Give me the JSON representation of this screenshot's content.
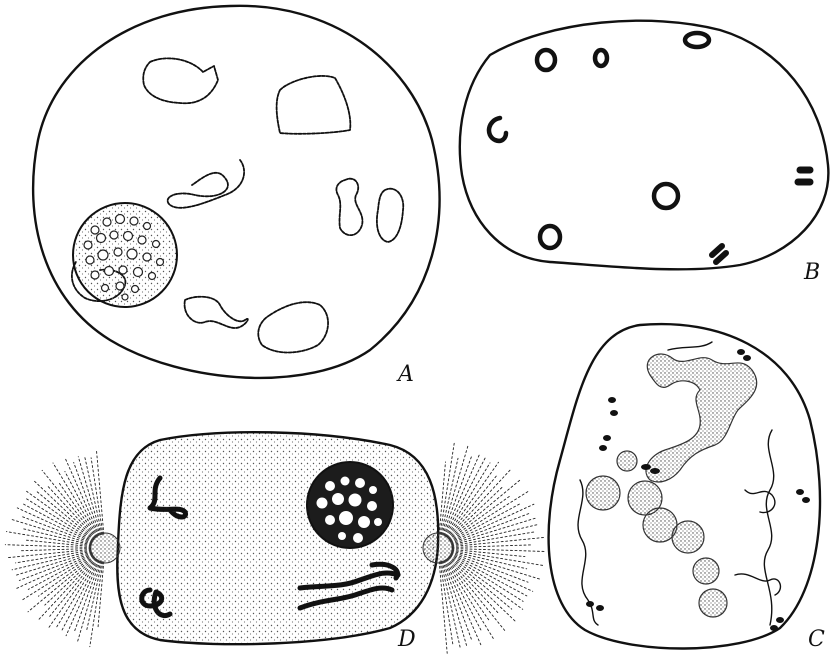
{
  "figure": {
    "panels": [
      {
        "id": "A",
        "label": "A"
      },
      {
        "id": "B",
        "label": "B"
      },
      {
        "id": "C",
        "label": "C"
      },
      {
        "id": "D",
        "label": "D"
      }
    ]
  },
  "colors": {
    "ink": "#111111",
    "stipple": "#555555",
    "background": "#ffffff"
  }
}
